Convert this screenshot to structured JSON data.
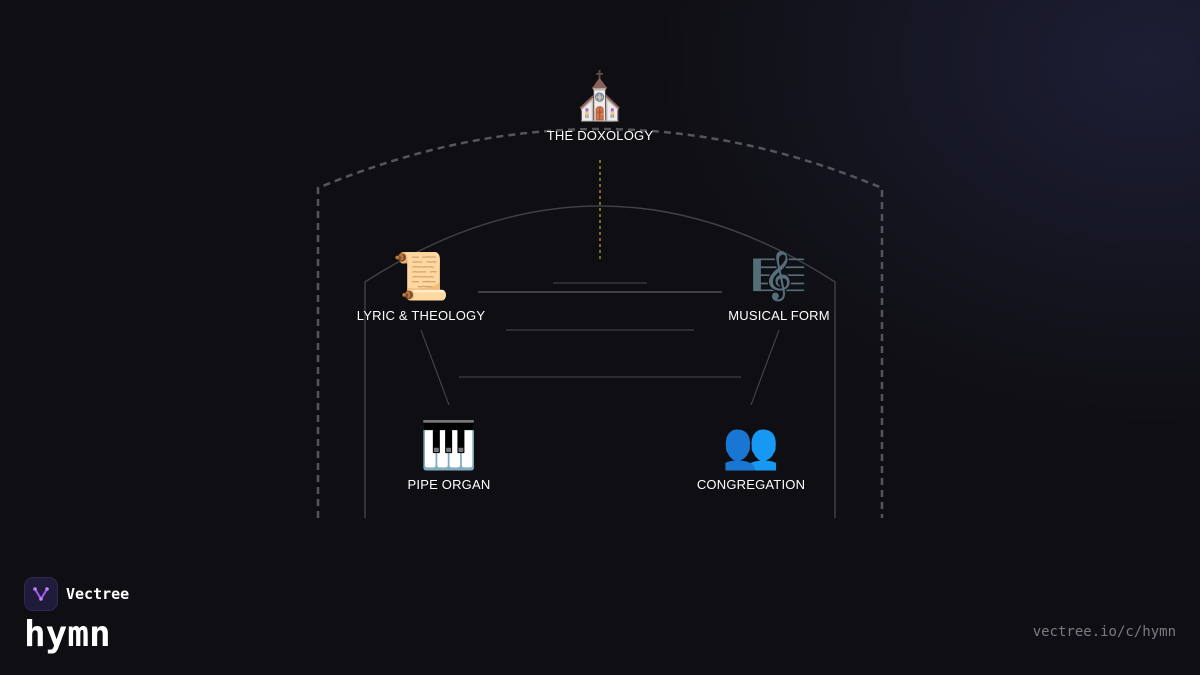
{
  "nodes": [
    {
      "id": "doxology",
      "label": "THE DOXOLOGY",
      "icon": "church-icon",
      "glyph": "⛪"
    },
    {
      "id": "lyric",
      "label": "LYRIC & THEOLOGY",
      "icon": "scroll-icon",
      "glyph": "📜"
    },
    {
      "id": "musical",
      "label": "MUSICAL FORM",
      "icon": "musical-score-icon",
      "glyph": "🎼"
    },
    {
      "id": "organ",
      "label": "PIPE ORGAN",
      "icon": "piano-keys-icon",
      "glyph": "🎹"
    },
    {
      "id": "congregation",
      "label": "CONGREGATION",
      "icon": "people-icon",
      "glyph": "👥"
    }
  ],
  "colors": {
    "background": "#0f0f13",
    "outer_arch": "#55555c",
    "inner_arch": "#3f3f46",
    "connector": "#4a4a52",
    "dotted_link": "#9a8a2e",
    "brand_accent": "#a855f7"
  },
  "brand": {
    "name": "Vectree",
    "title": "hymn",
    "url": "vectree.io/c/hymn",
    "logo_icon": "vectree-logo-icon"
  }
}
